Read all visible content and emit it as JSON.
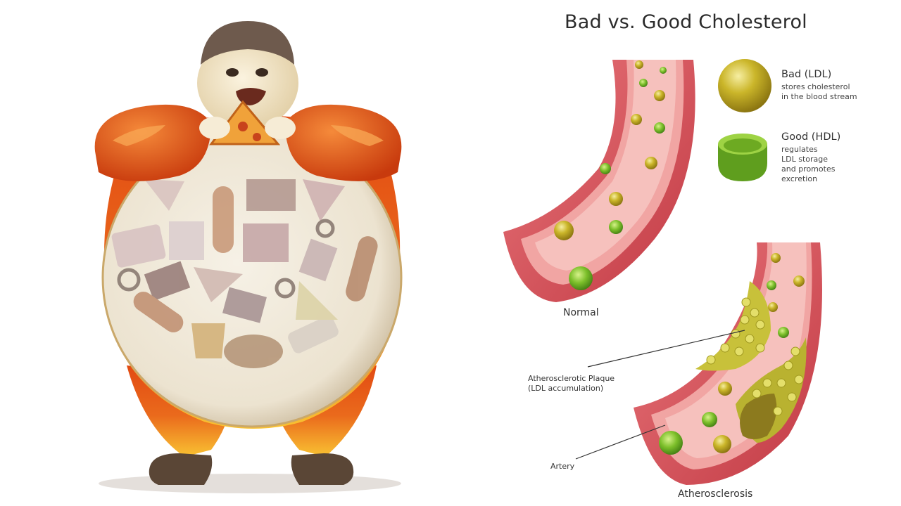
{
  "title": "Bad vs. Good Cholesterol",
  "legend": {
    "ldl": {
      "label": "Bad (LDL)",
      "desc_lines": [
        "stores cholesterol",
        "in the blood stream"
      ],
      "color": "#c7b322"
    },
    "hdl": {
      "label": "Good (HDL)",
      "desc_lines": [
        "regulates",
        "LDL storage",
        "and promotes",
        "excretion"
      ],
      "color": "#7cbf2a"
    }
  },
  "vessels": {
    "normal": {
      "caption": "Normal"
    },
    "atherosclerosis": {
      "caption": "Atherosclerosis"
    }
  },
  "annotations": {
    "plaque_lines": [
      "Atherosclerotic Plaque",
      "(LDL accumulation)"
    ],
    "artery": "Artery"
  },
  "colors": {
    "vessel_wall": "#e0565c",
    "vessel_inner": "#f2a6a6",
    "lumen": "#f7c3c0",
    "body_orange": "#e5551b",
    "body_yellow": "#f8bf2e"
  }
}
